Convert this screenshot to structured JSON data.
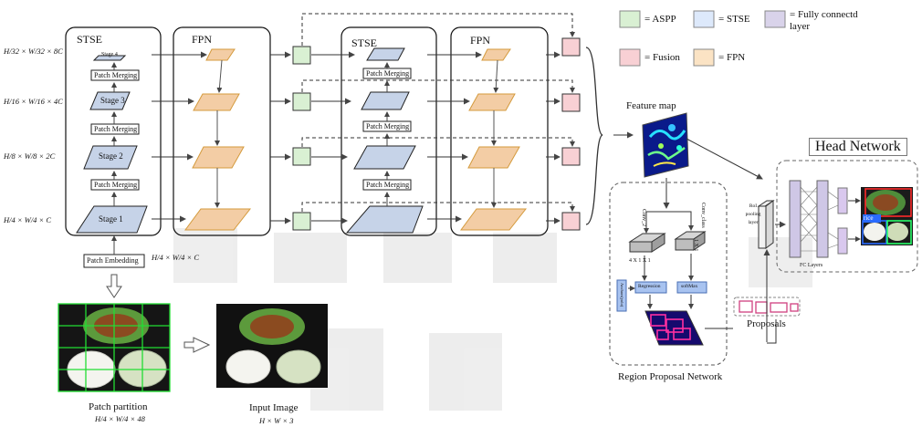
{
  "legend": [
    {
      "label": "= ASPP",
      "color": "#d9f0d3"
    },
    {
      "label": "= STSE",
      "color": "#dde9fb"
    },
    {
      "label": "= Fully connectd\nlayer",
      "color": "#d9d3ea"
    },
    {
      "label": "= Fusion",
      "color": "#f8d0d4"
    },
    {
      "label": "= FPN",
      "color": "#fbe3c4"
    }
  ],
  "stse1": {
    "title": "STSE",
    "stages": [
      "Stage 4",
      "Stage 3",
      "Stage 2",
      "Stage 1"
    ],
    "merging": "Patch Merging",
    "embedding": "Patch Embedding"
  },
  "fpn1": {
    "title": "FPN"
  },
  "stse2": {
    "title": "STSE",
    "merging": "Patch Merging"
  },
  "fpn2": {
    "title": "FPN"
  },
  "dims": [
    "H/32 × W/32 × 8C",
    "H/16 × W/16 × 4C",
    "H/8 × W/8 × 2C",
    "H/4 × W/4 × C",
    "H/4 × W/4 × C"
  ],
  "feature_map": "Feature map",
  "head_network": "Head  Network",
  "fc_layers": "FC  Layers",
  "roi_label": "RoI pooling layer",
  "proposals": "Proposals",
  "rpn": {
    "title": "Region Proposal Network",
    "conv1": "Conv_2",
    "conv2": "Conv_class",
    "k4": "4 X 1 X 1",
    "k1": "1 X 1",
    "anchor": "Anchors(yolo)",
    "regression": "Regression",
    "softmax": "softMax"
  },
  "patch_partition": {
    "label": "Patch partition",
    "dim": "H/4 × W/4 × 48"
  },
  "input_image": {
    "label": "Input Image",
    "dim": "H × W × 3"
  },
  "detect_label": "rice",
  "colors": {
    "aspp": "#d9f0d3",
    "stse": "#c6d3e8",
    "fc": "#d9d3ea",
    "fusion": "#f8d0d4",
    "fpn": "#f3cda5",
    "arrow": "#555555"
  }
}
